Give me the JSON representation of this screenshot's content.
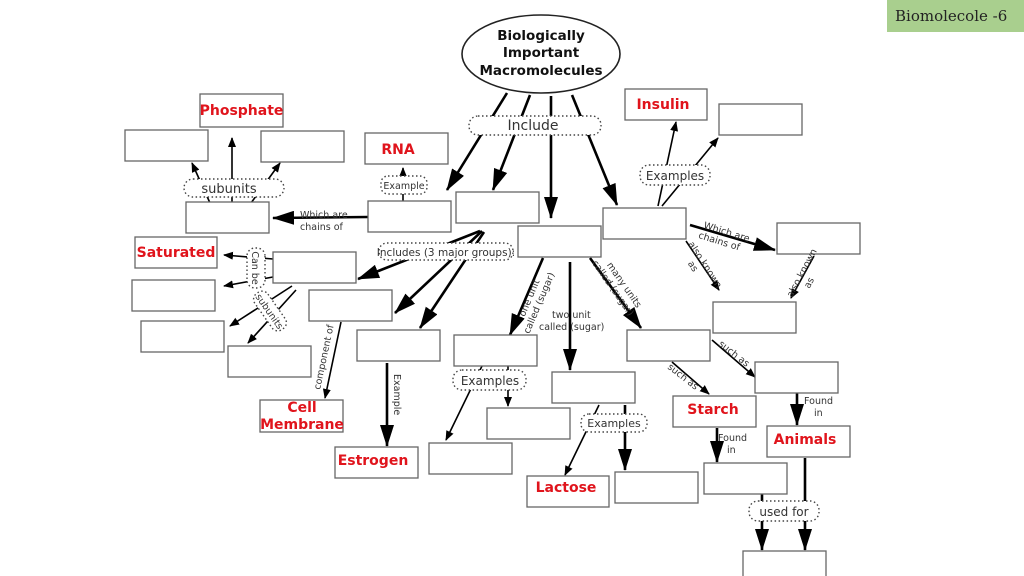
{
  "badge": "Biomolecole -6",
  "root": {
    "lines": [
      "Biologically",
      "Important",
      "Macromolecules"
    ]
  },
  "nodes": {
    "phosphate": "Phosphate",
    "rna": "RNA",
    "insulin": "Insulin",
    "saturated": "Saturated",
    "cell_membrane": [
      "Cell",
      "Membrane"
    ],
    "estrogen": "Estrogen",
    "lactose": "Lactose",
    "starch": "Starch",
    "animals": "Animals"
  },
  "pills": {
    "include": "Include",
    "subunits_top": "subunits",
    "example_rna": "Example",
    "examples_protein": "Examples",
    "includes_3": "Includes (3 major groups):",
    "can_be": "Can be",
    "subunits_lipid": "subunits",
    "examples_mono": "Examples",
    "examples_di": "Examples",
    "used_for": "used for"
  },
  "links": {
    "which_chains_left": [
      "Which are",
      "chains of"
    ],
    "which_chains_right": [
      "Which are",
      "chains of"
    ],
    "also_known_1": [
      "also known",
      "as"
    ],
    "also_known_2": [
      "also known",
      "as"
    ],
    "component_of": "component of",
    "example_estrogen": "Example",
    "one_unit": [
      "one unit",
      "called (sugar)"
    ],
    "two_unit": [
      "two unit",
      "called (sugar)"
    ],
    "many_units": [
      "many units",
      "called (sugar)"
    ],
    "such_as_1": "such as",
    "such_as_2": "such as",
    "found_in_1": [
      "Found",
      "in"
    ],
    "found_in_2": [
      "Found",
      "in"
    ]
  }
}
